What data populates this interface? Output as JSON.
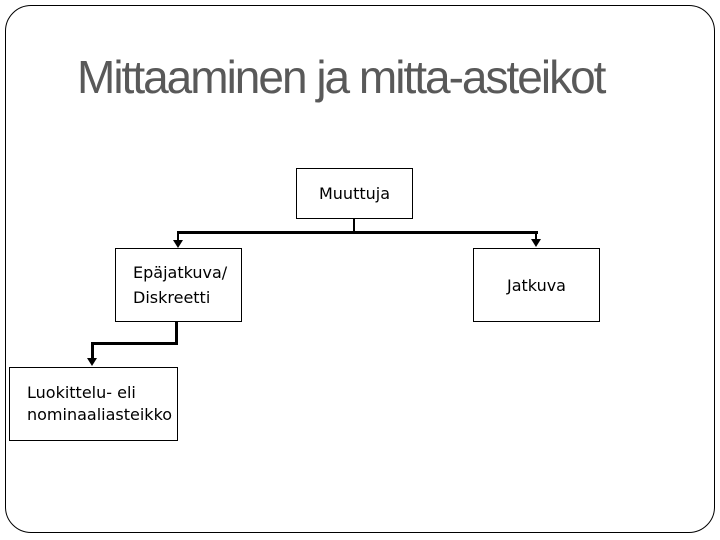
{
  "slide": {
    "title": "Mittaaminen ja mitta-asteikot",
    "colors": {
      "title_text": "#595959",
      "background": "#ffffff",
      "border_and_lines": "#000000",
      "node_background": "#ffffff",
      "node_text": "#000000"
    }
  },
  "diagram": {
    "type": "tree-flowchart",
    "nodes": [
      {
        "id": "muuttuja",
        "label": "Muuttuja"
      },
      {
        "id": "epajatkuva-diskreetti",
        "label": "Epäjatkuva/\nDiskreetti"
      },
      {
        "id": "jatkuva",
        "label": "Jatkuva"
      },
      {
        "id": "luokittelu-nominaaliasteikko",
        "label": "Luokittelu- eli\nnominaaliasteikko"
      }
    ],
    "edges": [
      {
        "from": "muuttuja",
        "to": "epajatkuva-diskreetti",
        "arrow": "down"
      },
      {
        "from": "muuttuja",
        "to": "jatkuva",
        "arrow": "down"
      },
      {
        "from": "epajatkuva-diskreetti",
        "to": "luokittelu-nominaaliasteikko",
        "arrow": "down"
      }
    ]
  }
}
